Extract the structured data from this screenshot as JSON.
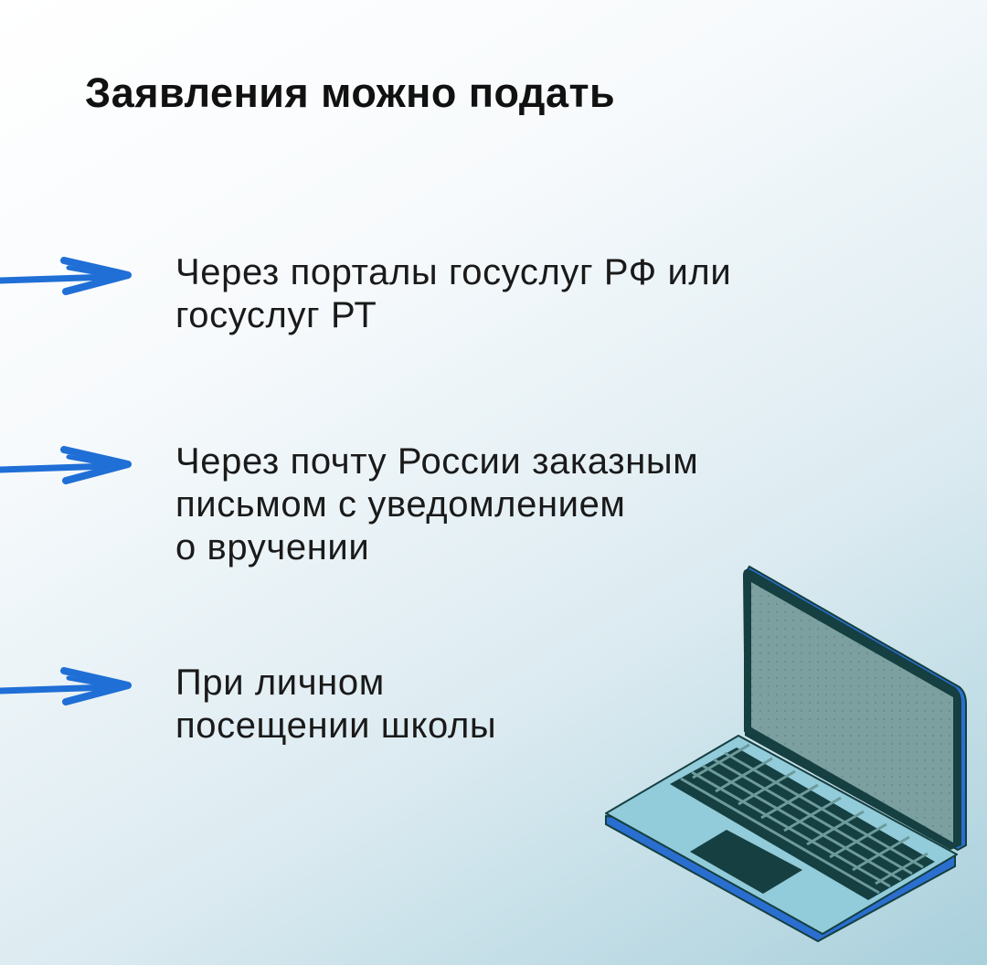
{
  "title": "Заявления можно подать",
  "items": [
    {
      "lines": [
        "Через порталы госуслуг РФ или",
        "госуслуг РТ"
      ]
    },
    {
      "lines": [
        "Через почту России заказным",
        "письмом с уведомлением",
        "о вручении"
      ]
    },
    {
      "lines": [
        "При личном",
        "посещении школы"
      ]
    }
  ],
  "colors": {
    "arrow": "#1f6fd6",
    "laptop_dark": "#153f40",
    "laptop_blue": "#2a6fd0",
    "laptop_body": "#92cbd9",
    "screen": "#7c9fa0"
  }
}
